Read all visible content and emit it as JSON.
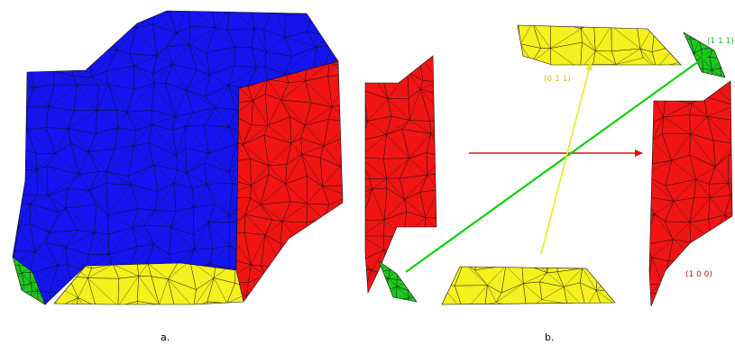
{
  "colors": {
    "blue": "#1414f0",
    "red": "#f01414",
    "dark_red": "#c80f0f",
    "yellow": "#f5f01e",
    "green": "#1ec81e",
    "mesh_line": "#101010",
    "arrow_red": "#e01010",
    "arrow_green": "#10d010",
    "arrow_yellow": "#e8e82a",
    "label_yellow": "#d8c020",
    "label_green": "#22bb22",
    "label_red": "#d01818"
  },
  "panel_a": {
    "label": "a."
  },
  "panel_b": {
    "label": "b.",
    "facets": [
      {
        "miller": "(0 1 1)",
        "color": "yellow"
      },
      {
        "miller": "(1 1 1)",
        "color": "green"
      },
      {
        "miller": "(1 0 0)",
        "color": "red"
      }
    ]
  }
}
